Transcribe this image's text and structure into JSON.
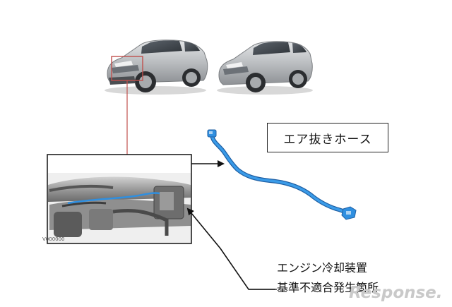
{
  "hose_label": "エア抜きホース",
  "caption": {
    "line1": "エンジン冷却装置",
    "line2": "基準不適合発生箇所"
  },
  "inset_code": "V000000",
  "watermark": "Response.",
  "colors": {
    "hose": "#2f8fe0",
    "highlight": "#c0504d",
    "car_body": "#bfc2c5",
    "outline": "#111111"
  }
}
